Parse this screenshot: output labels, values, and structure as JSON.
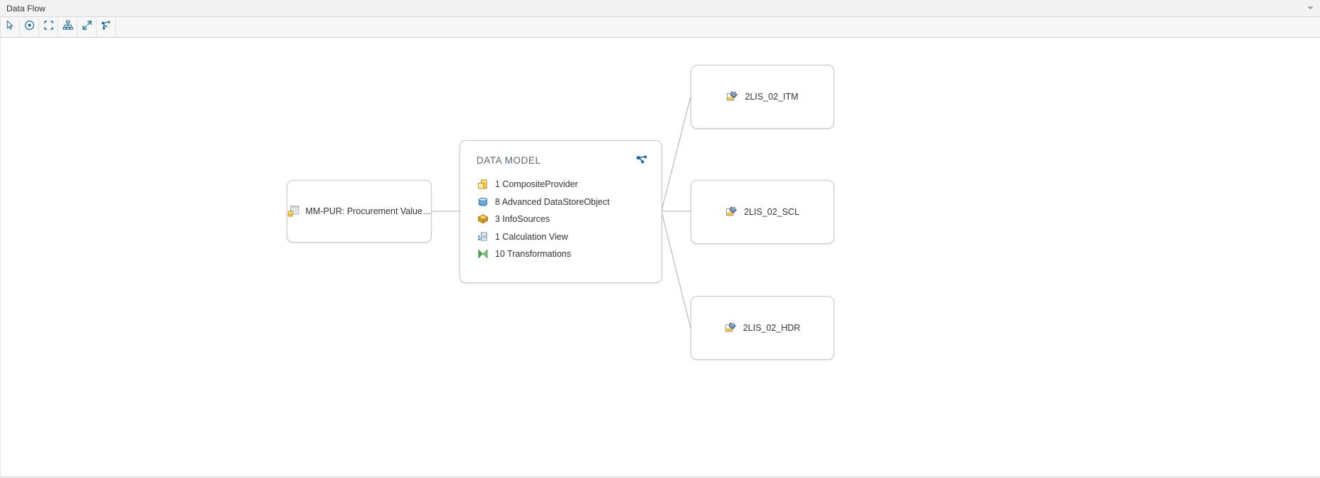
{
  "window": {
    "title": "Data Flow",
    "collapse_icon": "chevron-down-icon"
  },
  "toolbar": {
    "buttons": [
      {
        "name": "select-tool",
        "icon": "cursor-arrow-icon",
        "tooltip": "Select"
      },
      {
        "name": "zoom-center-tool",
        "icon": "target-dot-icon",
        "tooltip": "Center"
      },
      {
        "name": "fit-to-screen-tool",
        "icon": "fit-brackets-icon",
        "tooltip": "Fit to Screen"
      },
      {
        "name": "hierarchy-tool",
        "icon": "hierarchy-tree-icon",
        "tooltip": "Hierarchy Layout"
      },
      {
        "name": "expand-all-tool",
        "icon": "expand-arrows-icon",
        "tooltip": "Expand All"
      },
      {
        "name": "data-flow-tool",
        "icon": "data-flow-icon",
        "tooltip": "Data Flow"
      }
    ]
  },
  "diagram": {
    "source_node": {
      "label": "MM-PUR: Procurement Value…",
      "icon": "infoprovider-table-icon"
    },
    "group_node": {
      "title": "DATA MODEL",
      "flow_icon": "data-flow-icon",
      "items": [
        {
          "count": "1",
          "label": "1 CompositeProvider",
          "icon": "composite-provider-icon"
        },
        {
          "count": "8",
          "label": "8 Advanced DataStoreObject",
          "icon": "datastore-cylinder-icon"
        },
        {
          "count": "3",
          "label": "3 InfoSources",
          "icon": "infosource-box-icon"
        },
        {
          "count": "1",
          "label": "1 Calculation View",
          "icon": "calculation-view-icon"
        },
        {
          "count": "10",
          "label": "10 Transformations",
          "icon": "transformation-bowtie-icon"
        }
      ]
    },
    "target_nodes": [
      {
        "label": "2LIS_02_ITM",
        "icon": "datasource-icon"
      },
      {
        "label": "2LIS_02_SCL",
        "icon": "datasource-icon"
      },
      {
        "label": "2LIS_02_HDR",
        "icon": "datasource-icon"
      }
    ]
  },
  "colors": {
    "accent_blue": "#1e6ca3",
    "header_bg": "#f2f2f2",
    "toolbar_bg": "#f7f7f7",
    "node_border": "#c8c8c8",
    "edge_line": "#b0b0b0",
    "group_title": "#5a6570",
    "text": "#333333"
  }
}
